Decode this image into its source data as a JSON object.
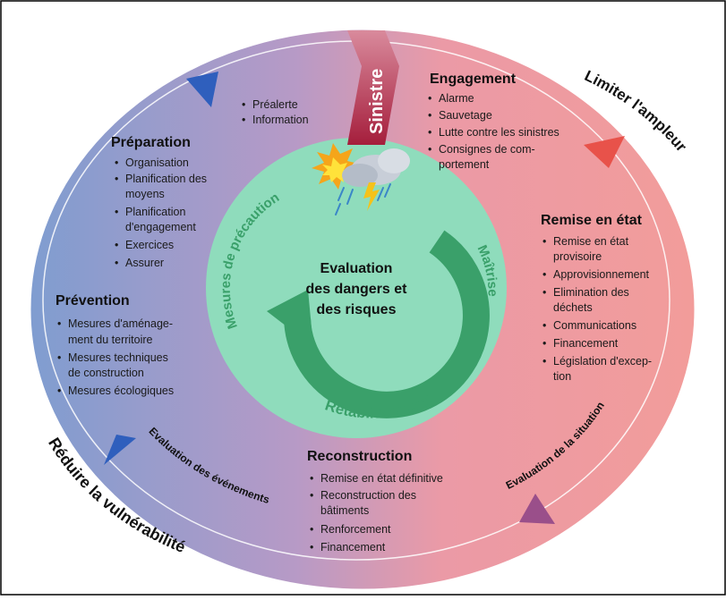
{
  "center": {
    "line1": "Evaluation",
    "line2": "des dangers et",
    "line3": "des risques"
  },
  "ring": {
    "left": "Mesures de précaution",
    "right": "Maîtrise",
    "bottom": "Rétablissement"
  },
  "outer": {
    "top_right": "Limiter l'ampleur",
    "bottom_left": "Réduire la vulnérabilité",
    "bottom_left_inner": "Evaluation des événements",
    "bottom_right_inner": "Evaluation de la situation"
  },
  "sinistre": "Sinistre",
  "prealerte": {
    "items": [
      "Préalerte",
      "Information"
    ]
  },
  "preparation": {
    "title": "Préparation",
    "items": [
      "Organisation",
      "Planification des",
      "moyens",
      "Planification",
      "d'engagement",
      "Exercices",
      "Assurer"
    ]
  },
  "prevention": {
    "title": "Prévention",
    "items": [
      "Mesures d'aménage-",
      "ment du territoire",
      "Mesures techniques",
      "de construction",
      "Mesures écologiques"
    ]
  },
  "engagement": {
    "title": "Engagement",
    "items": [
      "Alarme",
      "Sauvetage",
      "Lutte contre les sinistres",
      "Consignes de com-",
      "portement"
    ]
  },
  "remise": {
    "title": "Remise en état",
    "items": [
      "Remise en état",
      "provisoire",
      "Approvisionnement",
      "Elimination des",
      "déchets",
      "Communications",
      "Financement",
      "Législation d'excep-",
      "tion"
    ]
  },
  "reconstruction": {
    "title": "Reconstruction",
    "items": [
      "Remise en état définitive",
      "Reconstruction des",
      "bâtiments",
      "Renforcement",
      "Financement"
    ]
  },
  "colors": {
    "blue": "#7f9dd0",
    "pink": "#f09a9a",
    "mint": "#8fdcbc",
    "green_arrow": "#3aa06a",
    "arrow_blue": "#2f5fbd",
    "arrow_red": "#e8524a",
    "arrow_purple": "#9a4f8a"
  }
}
